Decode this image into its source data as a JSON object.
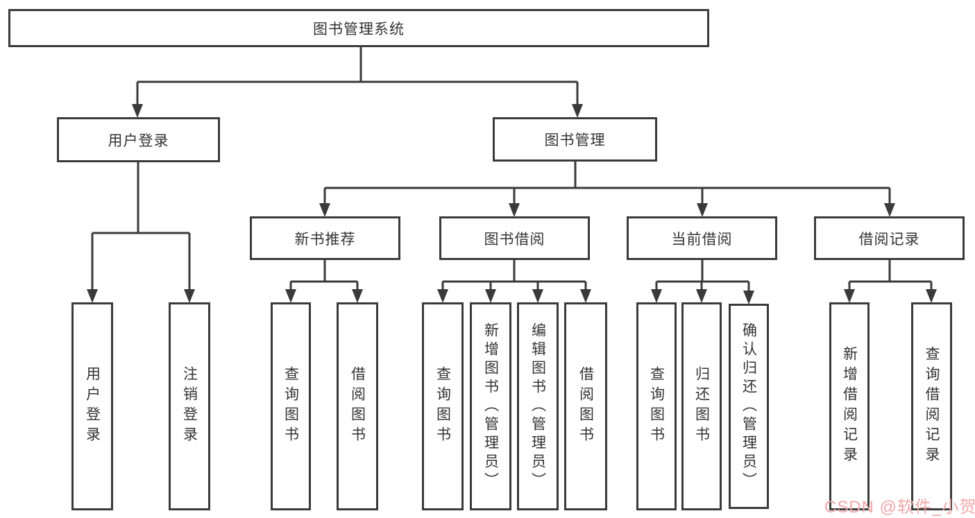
{
  "tree": {
    "label": "图书管理系统",
    "children": [
      {
        "label": "用户登录",
        "children": [
          {
            "label": "用户登录"
          },
          {
            "label": "注销登录"
          }
        ]
      },
      {
        "label": "图书管理",
        "children": [
          {
            "label": "新书推荐",
            "children": [
              {
                "label": "查询图书"
              },
              {
                "label": "借阅图书"
              }
            ]
          },
          {
            "label": "图书借阅",
            "children": [
              {
                "label": "查询图书"
              },
              {
                "label": "新增图书（管理员）"
              },
              {
                "label": "编辑图书（管理员）"
              },
              {
                "label": "借阅图书"
              }
            ]
          },
          {
            "label": "当前借阅",
            "children": [
              {
                "label": "查询图书"
              },
              {
                "label": "归还图书"
              },
              {
                "label": "确认归还（管理员）"
              }
            ]
          },
          {
            "label": "借阅记录",
            "children": [
              {
                "label": "新增借阅记录"
              },
              {
                "label": "查询借阅记录"
              }
            ]
          }
        ]
      }
    ]
  },
  "watermark": {
    "text": "CSDN @软件_小贺同学",
    "color": "#f2a7a7"
  },
  "colors": {
    "line": "#3a3a3a",
    "text": "#333333",
    "node_background": "#ffffff",
    "page_background": "#ffffff"
  }
}
